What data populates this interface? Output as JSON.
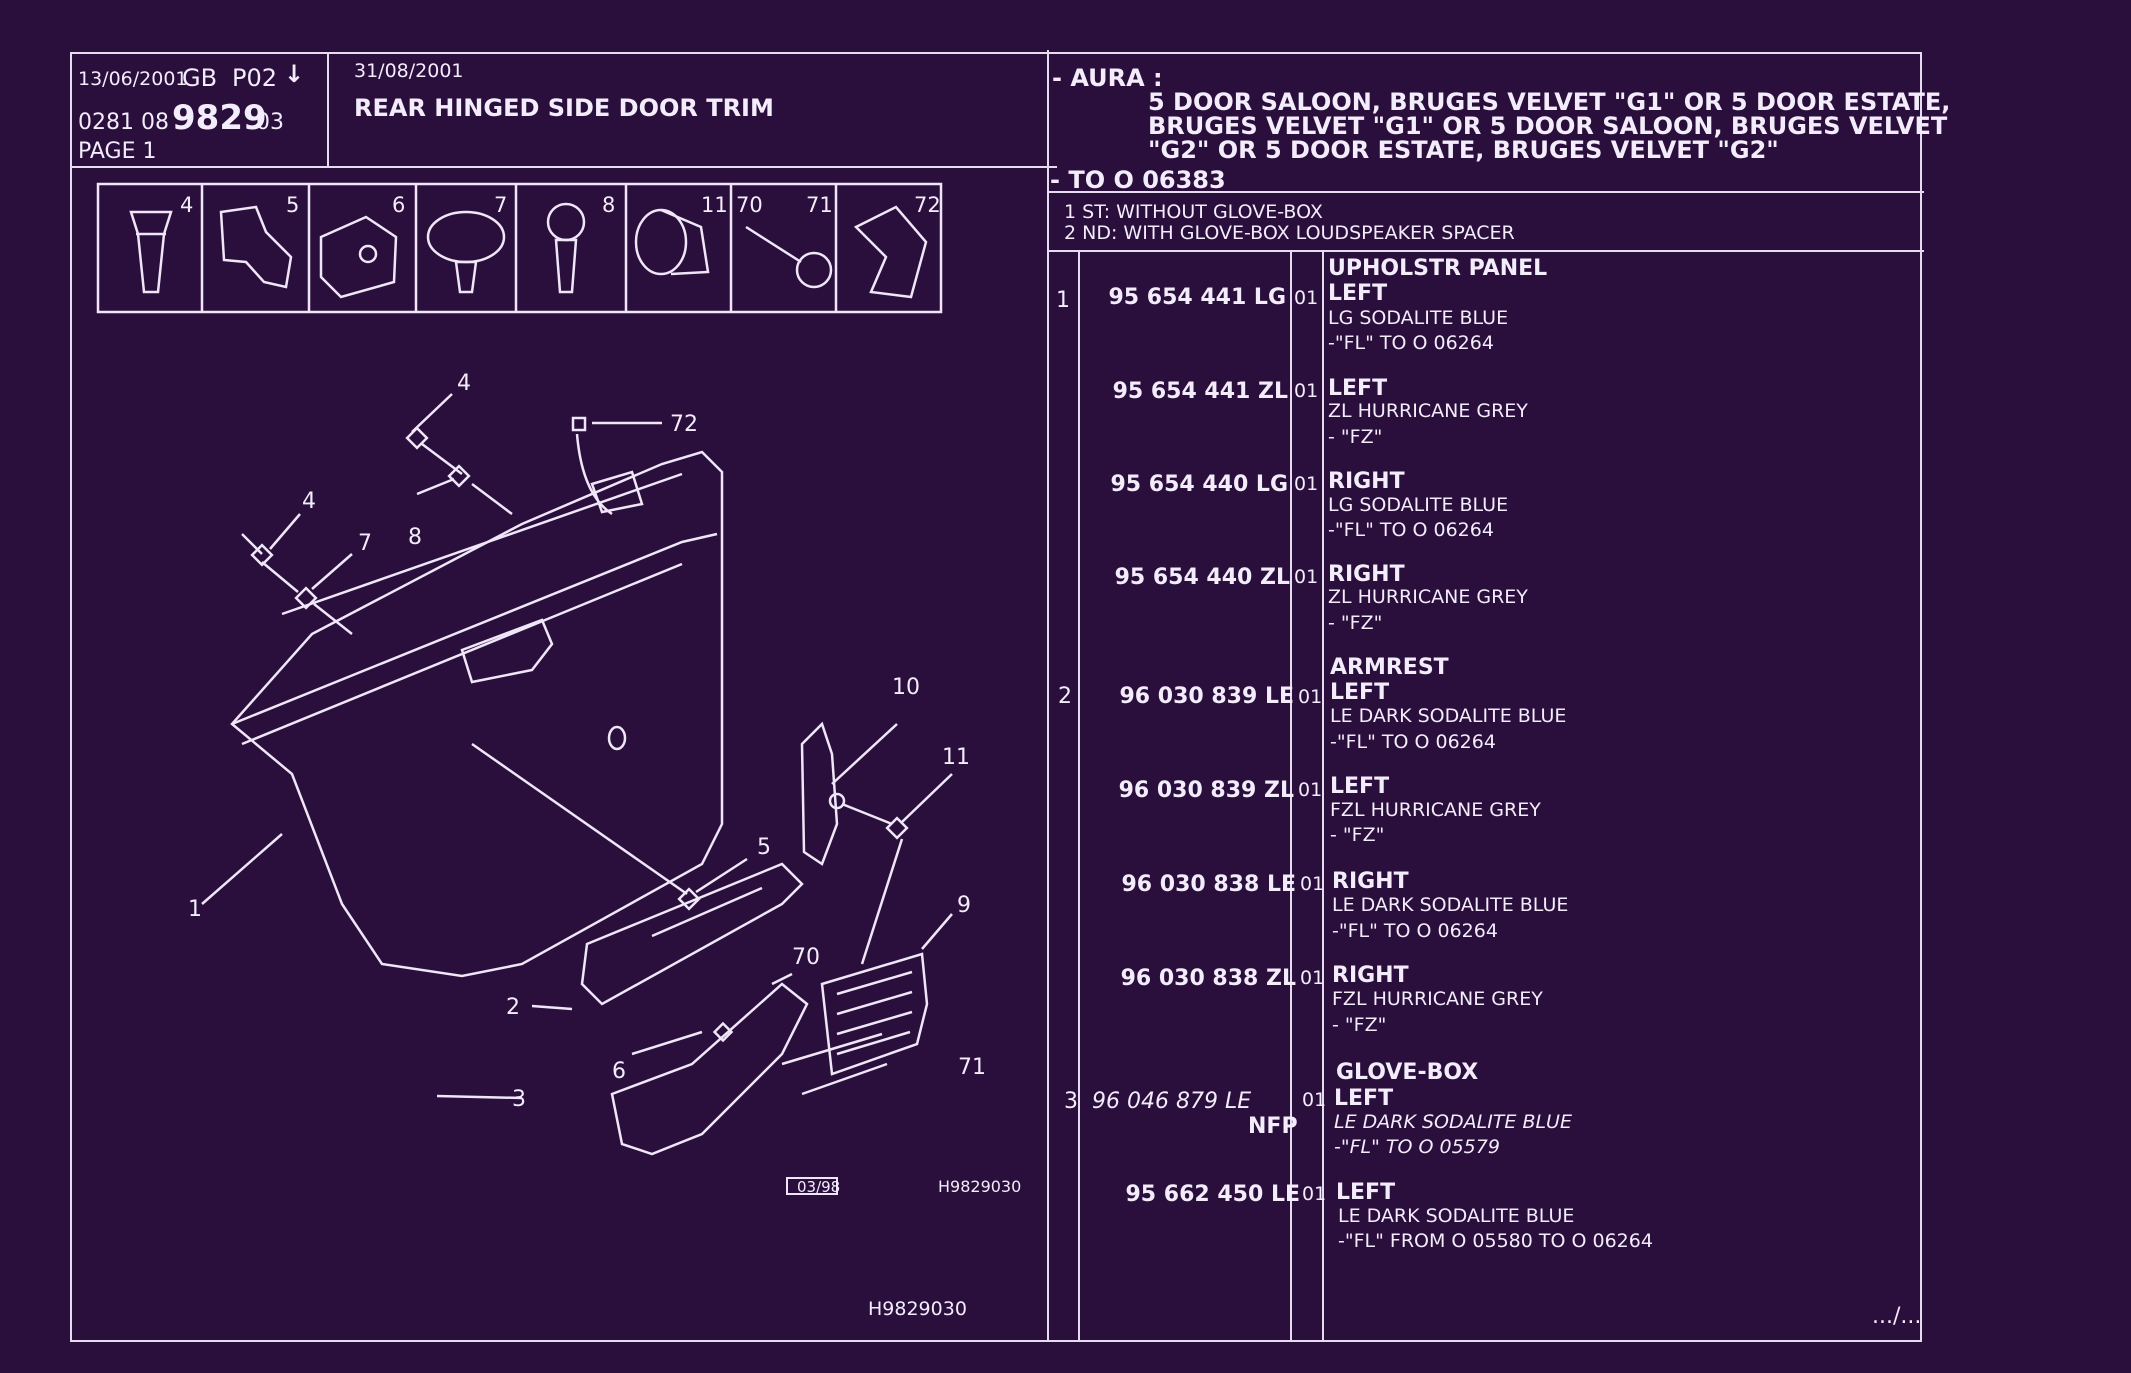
{
  "header": {
    "date1": "13/06/2001",
    "lang": "GB",
    "code": "P02",
    "arrow": "↓",
    "ref_prefix": "0281  08",
    "ref_main": "9829",
    "ref_suffix": "03",
    "page": "PAGE  1",
    "date2": "31/08/2001",
    "title": "REAR HINGED SIDE DOOR TRIM"
  },
  "model": {
    "label": "- AURA :",
    "description": [
      "5 DOOR SALOON, BRUGES VELVET \"G1\" OR  5 DOOR ESTATE,",
      "BRUGES VELVET \"G1\" OR  5 DOOR SALOON, BRUGES VELVET",
      "\"G2\" OR  5 DOOR ESTATE, BRUGES VELVET \"G2\""
    ],
    "to": "- TO  O   06383"
  },
  "notes": [
    "1 ST: WITHOUT GLOVE-BOX",
    "2 ND: WITH GLOVE-BOX LOUDSPEAKER SPACER"
  ],
  "fastener_labels": [
    "4",
    "5",
    "6",
    "7",
    "8",
    "11",
    "70",
    "71",
    "72"
  ],
  "diagram": {
    "callouts": [
      "4",
      "72",
      "4",
      "7",
      "8",
      "10",
      "11",
      "5",
      "1",
      "9",
      "70",
      "2",
      "6",
      "71",
      "3"
    ],
    "date_box": "03/98",
    "ref_small": "H9829030",
    "ref_bottom": "H9829030"
  },
  "parts": [
    {
      "item": "1",
      "part": "95 654 441 LG",
      "qty": "01",
      "title": "UPHOLSTR PANEL",
      "side": "LEFT",
      "colour": "LG SODALITE BLUE",
      "note": "-\"FL\" TO  O  06264",
      "nfp": ""
    },
    {
      "item": "",
      "part": "95 654 441 ZL",
      "qty": "01",
      "title": "",
      "side": "LEFT",
      "colour": "ZL HURRICANE GREY",
      "note": "-     \"FZ\"",
      "nfp": ""
    },
    {
      "item": "",
      "part": "95 654 440 LG",
      "qty": "01",
      "title": "",
      "side": "RIGHT",
      "colour": "LG SODALITE BLUE",
      "note": "-\"FL\" TO  O  06264",
      "nfp": ""
    },
    {
      "item": "",
      "part": "95 654 440 ZL",
      "qty": "01",
      "title": "",
      "side": "RIGHT",
      "colour": "ZL HURRICANE GREY",
      "note": "-     \"FZ\"",
      "nfp": ""
    },
    {
      "item": "2",
      "part": "96 030 839 LE",
      "qty": "01",
      "title": "ARMREST",
      "side": "LEFT",
      "colour": "LE DARK SODALITE BLUE",
      "note": "-\"FL\" TO  O  06264",
      "nfp": ""
    },
    {
      "item": "",
      "part": "96 030 839 ZL",
      "qty": "01",
      "title": "",
      "side": "LEFT",
      "colour": "FZL HURRICANE GREY",
      "note": "-     \"FZ\"",
      "nfp": ""
    },
    {
      "item": "",
      "part": "96 030 838 LE",
      "qty": "01",
      "title": "",
      "side": "RIGHT",
      "colour": "LE DARK SODALITE BLUE",
      "note": "-\"FL\" TO  O  06264",
      "nfp": ""
    },
    {
      "item": "",
      "part": "96 030 838 ZL",
      "qty": "01",
      "title": "",
      "side": "RIGHT",
      "colour": "FZL HURRICANE GREY",
      "note": "-     \"FZ\"",
      "nfp": ""
    },
    {
      "item": "3",
      "part": "96 046 879 LE",
      "qty": "01",
      "title": "GLOVE-BOX",
      "side": "LEFT",
      "colour": "LE DARK SODALITE BLUE",
      "note": "-\"FL\"  TO  O  05579",
      "nfp": "NFP"
    },
    {
      "item": "",
      "part": "95 662 450 LE",
      "qty": "01",
      "title": "",
      "side": "LEFT",
      "colour": "LE DARK SODALITE BLUE",
      "note": "-\"FL\"  FROM  O  05580  TO  O  06264",
      "nfp": ""
    }
  ],
  "continued": ".../..."
}
